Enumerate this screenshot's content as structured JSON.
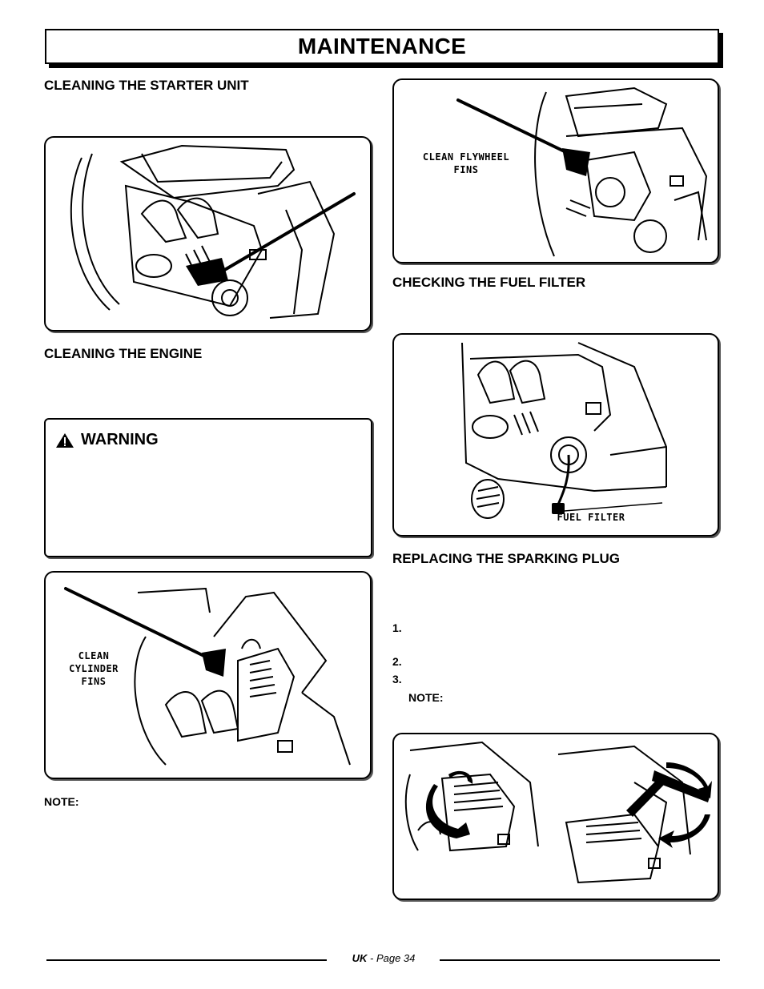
{
  "page": {
    "title": "MAINTENANCE",
    "footer": {
      "region": "UK",
      "separator": " - ",
      "page_label": "Page 34"
    }
  },
  "sections": {
    "starter_unit": {
      "heading": "CLEANING THE STARTER UNIT"
    },
    "engine": {
      "heading": "CLEANING THE ENGINE"
    },
    "fuel_filter": {
      "heading": "CHECKING THE FUEL FILTER"
    },
    "spark_plug": {
      "heading": "REPLACING THE SPARKING PLUG"
    }
  },
  "warning": {
    "title": "WARNING"
  },
  "figures": {
    "flywheel": {
      "label_line1": "CLEAN FLYWHEEL",
      "label_line2": "FINS"
    },
    "cylinder": {
      "label_line1": "CLEAN",
      "label_line2": "CYLINDER",
      "label_line3": "FINS"
    },
    "fuel_filter": {
      "label": "FUEL FILTER"
    }
  },
  "notes": {
    "left_note": "NOTE:",
    "right_note": "NOTE:"
  },
  "steps": [
    "1.",
    "2.",
    "3."
  ]
}
